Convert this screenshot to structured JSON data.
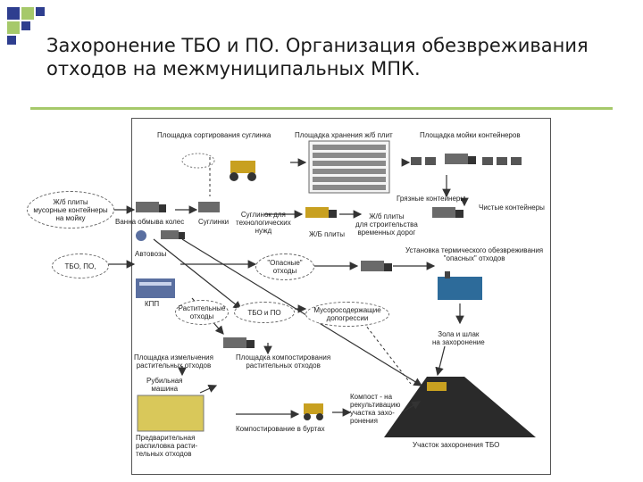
{
  "slide": {
    "title": "Захоронение ТБО и ПО. Организация обезвреживания отходов на межмуниципальных МПК."
  },
  "colors": {
    "accent_dark": "#2e3e8f",
    "accent_light": "#a6c96a",
    "rule": "#a6c96a"
  },
  "labels": {
    "sorting_site": "Площадка сортирования суглинка",
    "panel_storage": "Площадка хранения ж/б плит",
    "container_wash": "Площадка мойки контейнеров",
    "dirty_containers": "Грязные контейнеры",
    "clean_containers": "Чистые контейнеры",
    "wash_bath": "Ванна обмыва колес",
    "loam": "Суглинки",
    "loam_tech_1": "Суглинок для",
    "loam_tech_2": "технологических",
    "loam_tech_3": "нужд",
    "panels": "Ж/Б плиты",
    "roads_1": "Ж/б плиты",
    "roads_2": "для строительства",
    "roads_3": "временных дорог",
    "garbage_trucks": "Автовозы",
    "thermal_1": "Установка термического обезвреживания",
    "thermal_2": "\"опасных\" отходов",
    "kpp": "КПП",
    "ash_1": "Зола и шлак",
    "ash_2": "на захоронение",
    "grinding_1": "Площадка измельчения",
    "grinding_2": "растительных отходов",
    "composting_1": "Площадка компостирования",
    "composting_2": "растительных отходов",
    "shredder_1": "Рубильная",
    "shredder_2": "машина",
    "compost_1": "Компост - на",
    "compost_2": "рекультивацию",
    "compost_3": "участка захо-",
    "compost_4": "ронения",
    "composting_rows": "Компостирование в буртах",
    "presort_1": "Предварительная",
    "presort_2": "распиловка расти-",
    "presort_3": "тельных отходов",
    "landfill": "Участок захоронения ТБО"
  },
  "bubbles": {
    "panels_bins_1": "Ж/б плиты",
    "panels_bins_2": "мусорные контейнеры",
    "panels_bins_3": "на мойку",
    "tbo_po": "ТБО, ПО,",
    "hazardous_1": "\"Опасные\"",
    "hazardous_2": "отходы",
    "plant_1": "Растительные",
    "plant_2": "отходы",
    "tbo_po_2": "ТБО и ПО",
    "unsorted_1": "Мусоросодержащие",
    "unsorted_2": "допогрессии"
  }
}
